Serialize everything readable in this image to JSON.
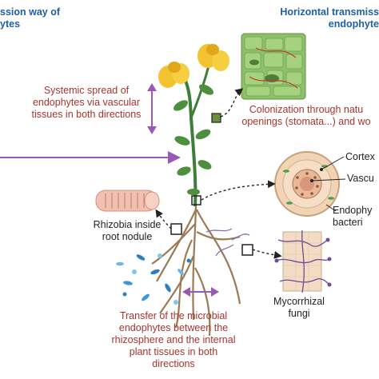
{
  "headers": {
    "left": "ssion way of\nytes",
    "right": "Horizontal transmiss\nendophyte"
  },
  "labels": {
    "systemic": "Systemic spread of\nendophytes via vascular\ntissues in both directions",
    "colonization": "Colonization through natu\nopenings (stomata...) and wo",
    "cortex": "Cortex",
    "vascular": "Vascu",
    "endophytic_bacteria": "Endophy\nbacteri",
    "rhizobia": "Rhizobia inside\nroot nodule",
    "mycorrhizal": "Mycorrhizal\nfungi",
    "transfer": "Transfer of the microbial\nendophytes between the\nrhizosphere and the internal\nplant tissues in both\ndirections"
  },
  "colors": {
    "header_blue": "#1f5fa8",
    "red_text": "#a8342c",
    "purple_arrow": "#9b59b6",
    "stem_green": "#3f7d3a",
    "flower_yellow": "#f2c230",
    "root_brown": "#9b7a55"
  }
}
